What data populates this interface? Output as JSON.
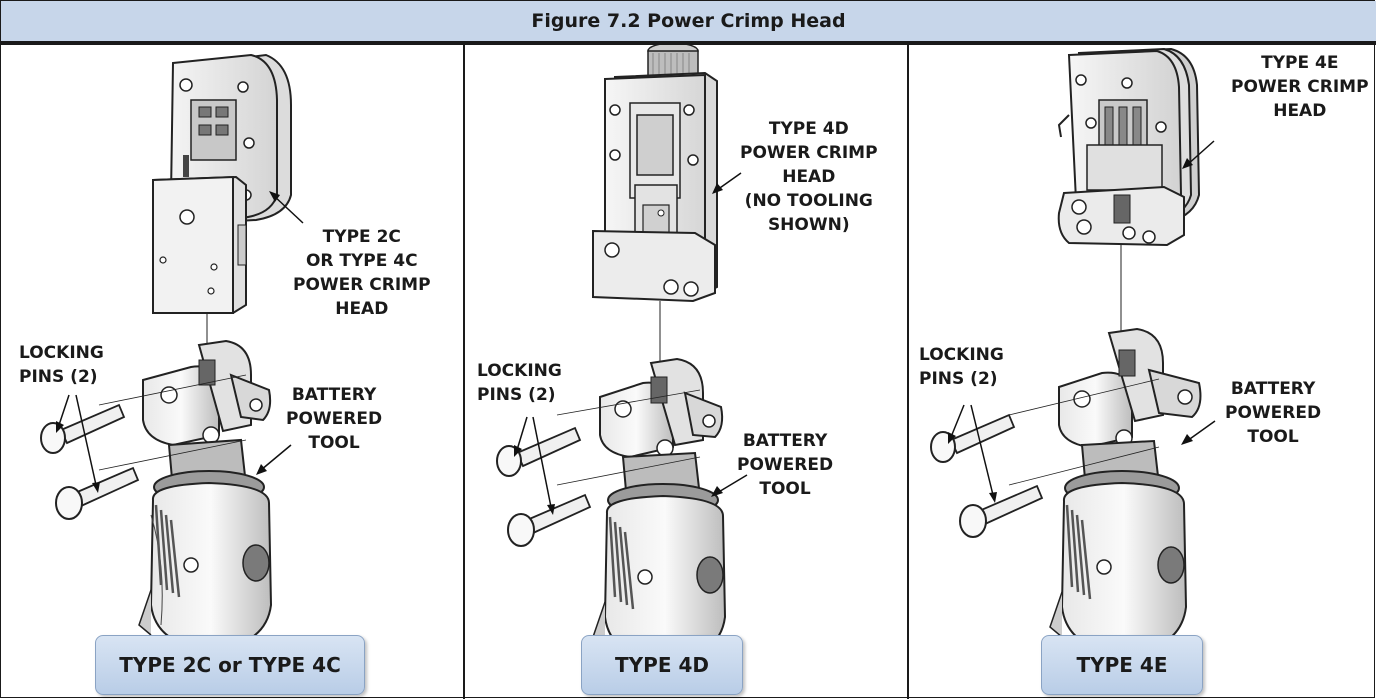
{
  "figure": {
    "title": "Figure 7.2 Power Crimp Head"
  },
  "panels": [
    {
      "caption": "TYPE 2C or TYPE 4C",
      "head_label": [
        "TYPE 2C",
        "OR TYPE 4C",
        "POWER CRIMP",
        "HEAD"
      ],
      "pins_label": [
        "LOCKING",
        "PINS (2)"
      ],
      "tool_label": [
        "BATTERY",
        "POWERED",
        "TOOL"
      ]
    },
    {
      "caption": "TYPE 4D",
      "head_label": [
        "TYPE 4D",
        "POWER CRIMP",
        "HEAD",
        "(NO TOOLING",
        "SHOWN)"
      ],
      "pins_label": [
        "LOCKING",
        "PINS (2)"
      ],
      "tool_label": [
        "BATTERY",
        "POWERED",
        "TOOL"
      ]
    },
    {
      "caption": "TYPE 4E",
      "head_label": [
        "TYPE 4E",
        "POWER CRIMP",
        "HEAD"
      ],
      "pins_label": [
        "LOCKING",
        "PINS (2)"
      ],
      "tool_label": [
        "BATTERY",
        "POWERED",
        "TOOL"
      ]
    }
  ]
}
